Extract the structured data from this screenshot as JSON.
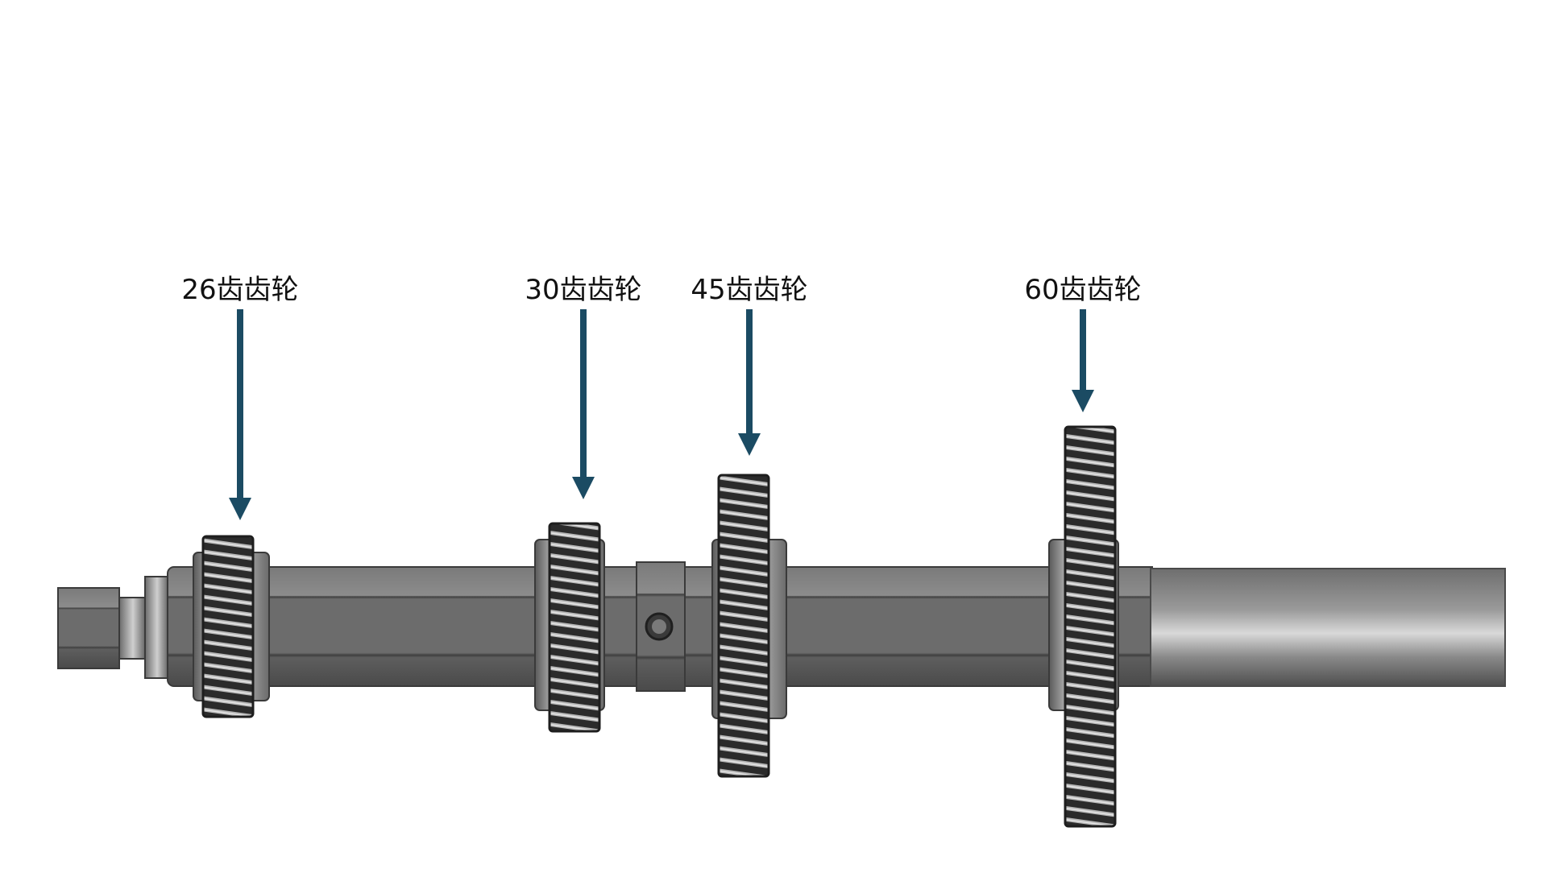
{
  "diagram": {
    "colors": {
      "arrow": "#1b4b63",
      "shaft_dark": "#5a5a5a",
      "shaft_light": "#bdbdbd",
      "gear_dark": "#2a2a2a",
      "gear_tooth_light": "#c9c9c9"
    },
    "gears": [
      {
        "label": "26齿齿轮",
        "teeth": 26
      },
      {
        "label": "30齿齿轮",
        "teeth": 30
      },
      {
        "label": "45齿齿轮",
        "teeth": 45
      },
      {
        "label": "60齿齿轮",
        "teeth": 60
      }
    ]
  }
}
